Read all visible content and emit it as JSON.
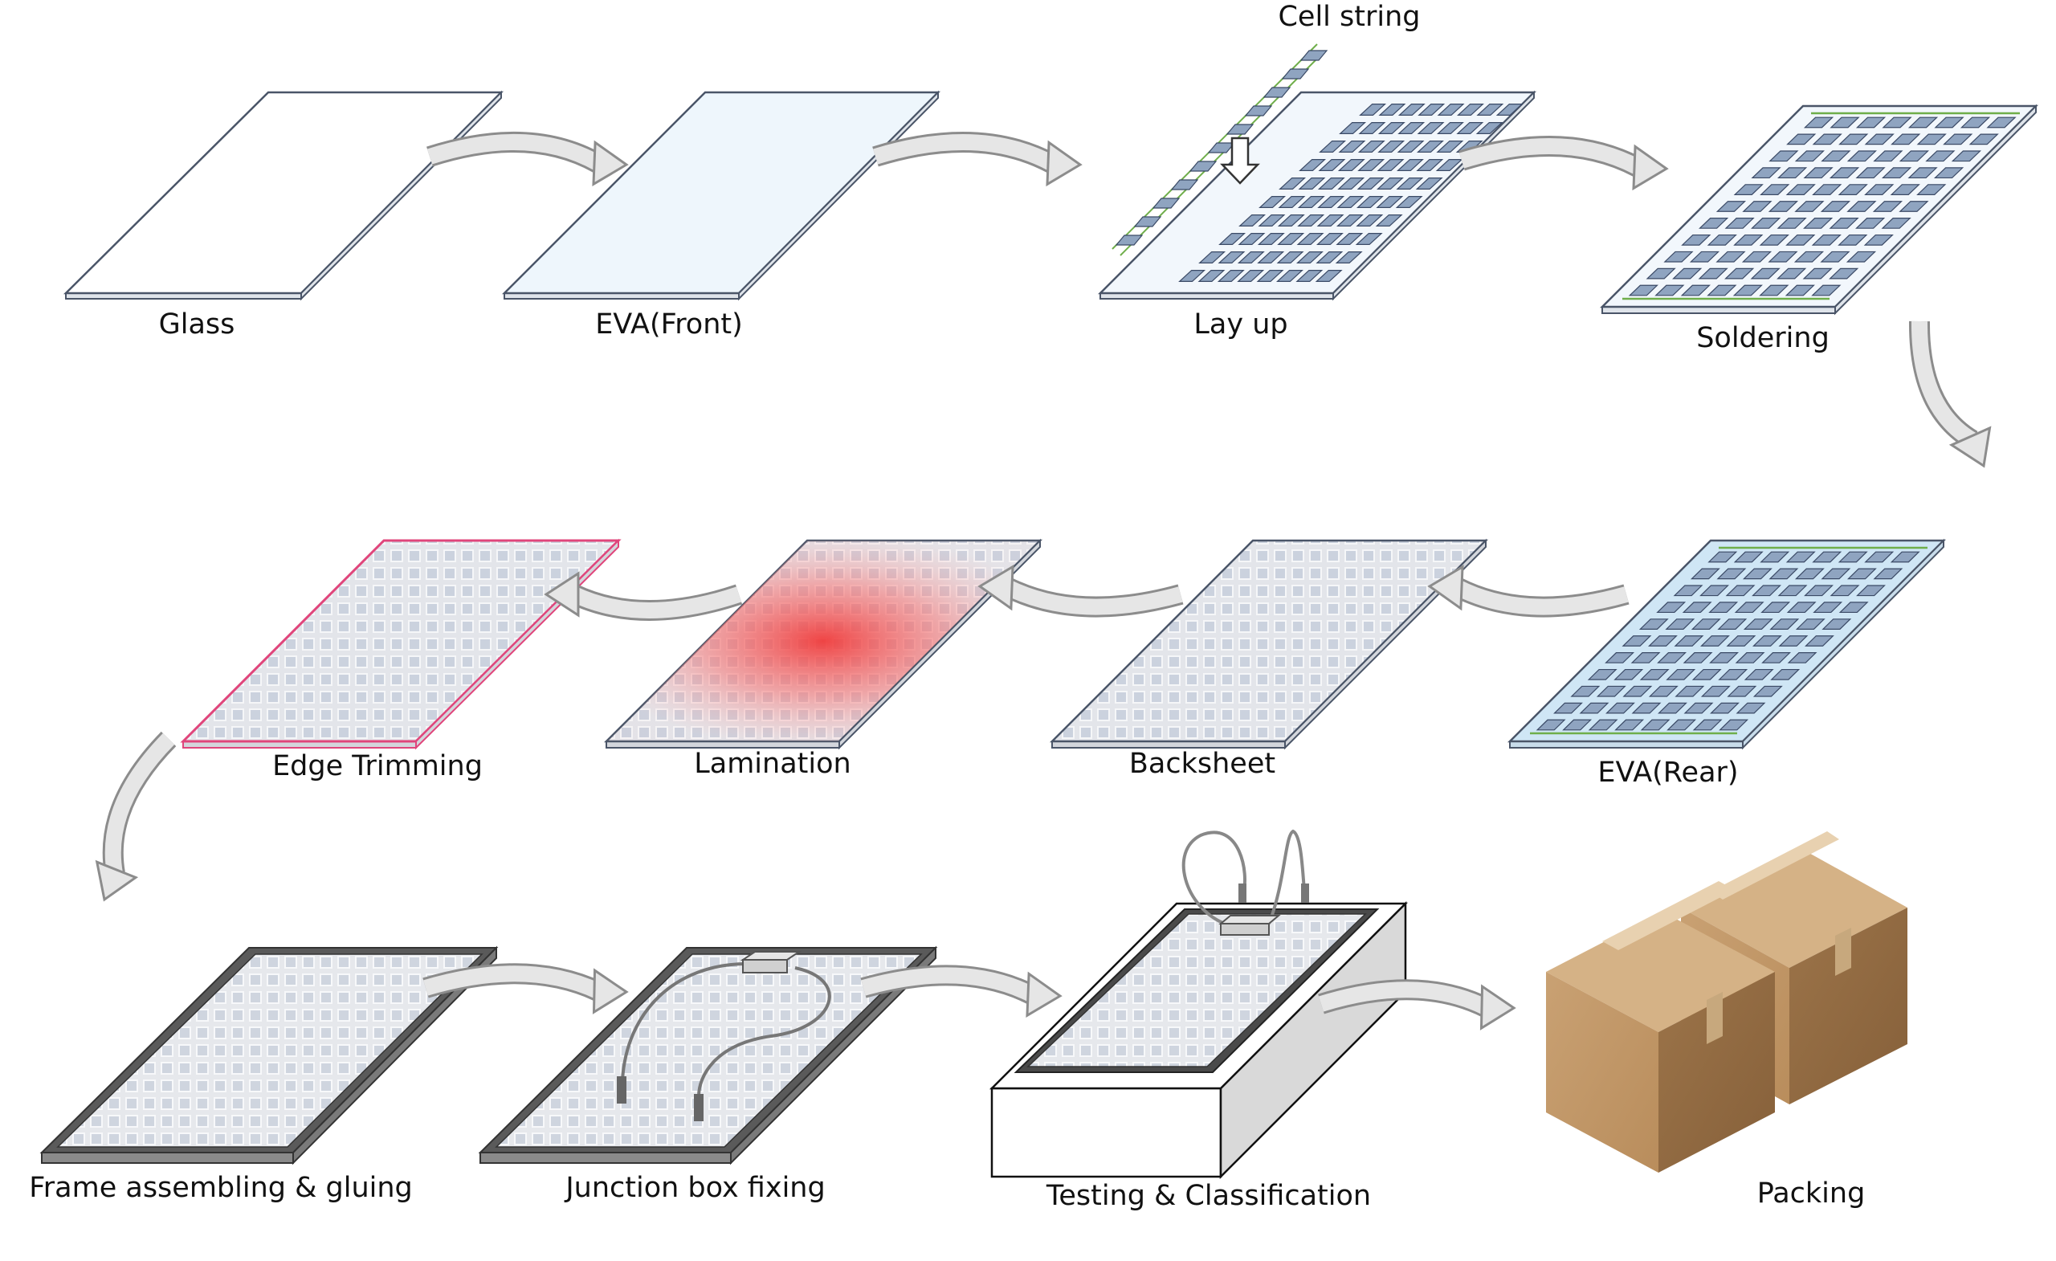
{
  "diagram": {
    "steps": [
      {
        "id": "glass",
        "label": "Glass"
      },
      {
        "id": "eva-front",
        "label": "EVA(Front)"
      },
      {
        "id": "lay-up",
        "label": "Lay up"
      },
      {
        "id": "soldering",
        "label": "Soldering"
      },
      {
        "id": "eva-rear",
        "label": "EVA(Rear)"
      },
      {
        "id": "backsheet",
        "label": "Backsheet"
      },
      {
        "id": "lamination",
        "label": "Lamination"
      },
      {
        "id": "edge-trimming",
        "label": "Edge Trimming"
      },
      {
        "id": "frame-assembling",
        "label": "Frame assembling & gluing"
      },
      {
        "id": "junction-box",
        "label": "Junction box fixing"
      },
      {
        "id": "testing",
        "label": "Testing & Classification"
      },
      {
        "id": "packing",
        "label": "Packing"
      }
    ],
    "annotations": {
      "cell_string": "Cell string"
    },
    "colors": {
      "outline": "#4a5568",
      "eva_tint": "#eef6fc",
      "eva_rear_tint": "#cfe6f5",
      "cell_fill": "#8fa4c0",
      "laminate_fill": "#e2e4ea",
      "edge_trim": "#e0457b",
      "heat": "#f05a5a",
      "frame": "#5a5a5a",
      "arrow": "#e6e6e6",
      "box": "#c29a6b"
    }
  }
}
